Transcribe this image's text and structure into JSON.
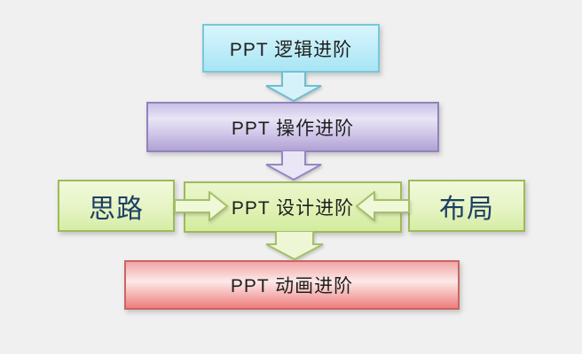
{
  "background": "#f1f0f0",
  "diagram": {
    "description_domain": "flow-diagram",
    "text_color": "#1f1f1f",
    "side_text_color": "#1e3f66",
    "nodes": {
      "logic": {
        "label": "PPT 逻辑进阶",
        "fill_top": "#d8f5fc",
        "fill_bottom": "#a8e5f3",
        "border": "#79c7da"
      },
      "operation": {
        "label": "PPT 操作进阶",
        "fill_top": "#e9e4f5",
        "fill_bottom": "#b0a2d4",
        "border": "#9083bd"
      },
      "ideas": {
        "label": "思路",
        "fill_top": "#f1f9dc",
        "fill_bottom": "#d5eda5",
        "border": "#9dbb58"
      },
      "design": {
        "label": "PPT 设计进阶",
        "fill_top": "#ebf6cc",
        "fill_bottom": "#d2ec9e",
        "border": "#9dbb58"
      },
      "layout": {
        "label": "布局",
        "fill_top": "#f1f9dc",
        "fill_bottom": "#d5eda5",
        "border": "#9dbb58"
      },
      "animation": {
        "label": "PPT 动画进阶",
        "fill_top": "#f1a6a6",
        "fill_mid": "#fce9e7",
        "fill_bottom": "#ee7d7d",
        "border": "#ca6565"
      }
    },
    "connections": [
      {
        "from": "logic",
        "to": "operation",
        "type": "down-arrow",
        "fill": "#d5f1f9",
        "stroke": "#6fbdd1"
      },
      {
        "from": "operation",
        "to": "design",
        "type": "down-arrow",
        "fill": "#eae6f6",
        "stroke": "#9687c2"
      },
      {
        "from": "ideas",
        "to": "design",
        "type": "right-arrow",
        "fill": "#f0f8da",
        "stroke": "#a3c169"
      },
      {
        "from": "layout",
        "to": "design",
        "type": "left-arrow",
        "fill": "#f0f8da",
        "stroke": "#a3c169"
      },
      {
        "from": "design",
        "to": "animation",
        "type": "down-arrow",
        "fill": "#eef7d5",
        "stroke": "#a3c169"
      }
    ]
  }
}
